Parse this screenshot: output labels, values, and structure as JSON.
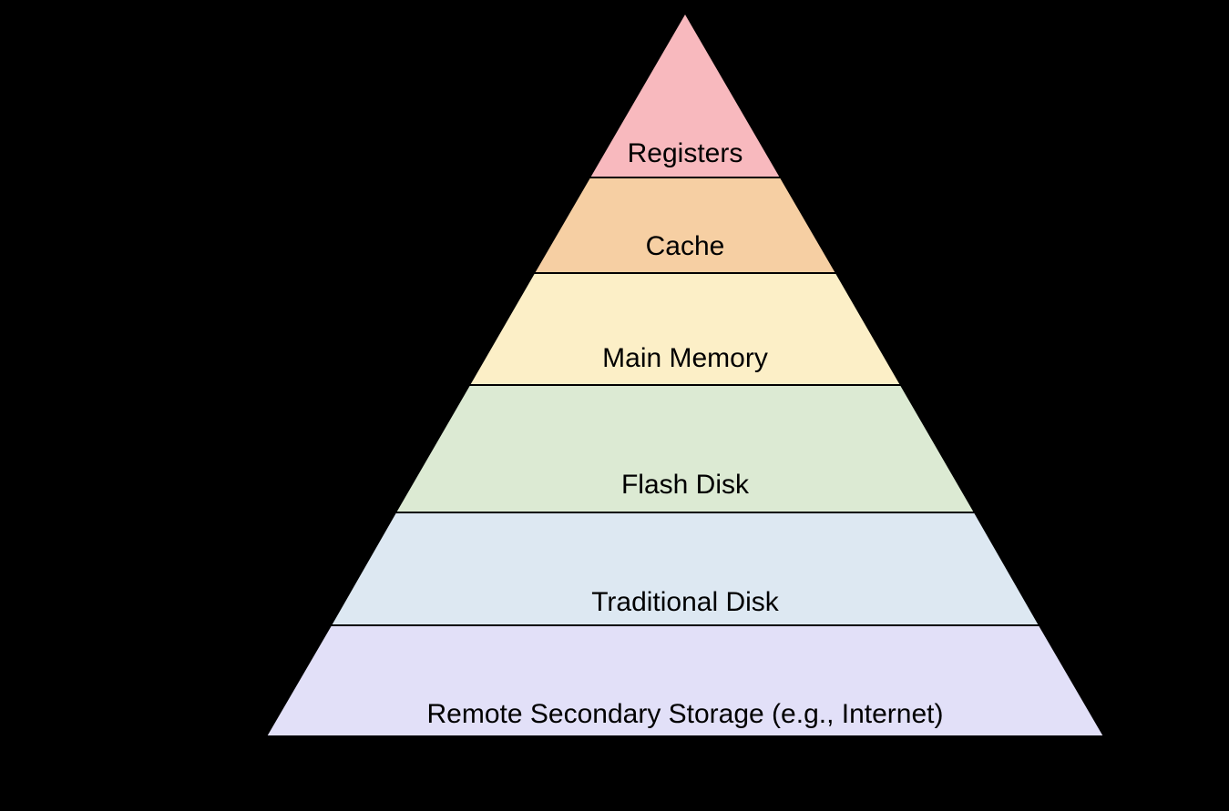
{
  "background_color": "#000000",
  "pyramid": {
    "outline_color": "#000000",
    "text_color": "#000000",
    "levels": [
      {
        "label": "Registers",
        "color": "#F8B9BE"
      },
      {
        "label": "Cache",
        "color": "#F6CFA3"
      },
      {
        "label": "Main Memory",
        "color": "#FCEFC7"
      },
      {
        "label": "Flash Disk",
        "color": "#DCEAD3"
      },
      {
        "label": "Traditional Disk",
        "color": "#DDE8F2"
      },
      {
        "label": "Remote Secondary Storage (e.g., Internet)",
        "color": "#E2E0F8"
      }
    ]
  }
}
